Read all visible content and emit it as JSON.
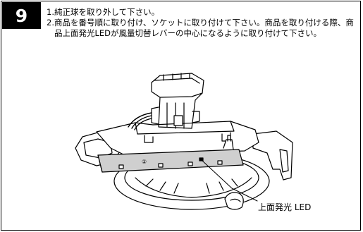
{
  "step": {
    "number": "9"
  },
  "instructions": [
    {
      "num": "1.",
      "text": "純正球を取り外して下さい。"
    },
    {
      "num": "2.",
      "text": "商品を番号順に取り付け、ソケットに取り付けて下さい。商品を取り付ける際、商品上面発光LEDが風量切替レバーの中心になるように取り付けて下さい。"
    }
  ],
  "figure": {
    "led_callout": "上面発光 LED",
    "board_number": "②"
  }
}
